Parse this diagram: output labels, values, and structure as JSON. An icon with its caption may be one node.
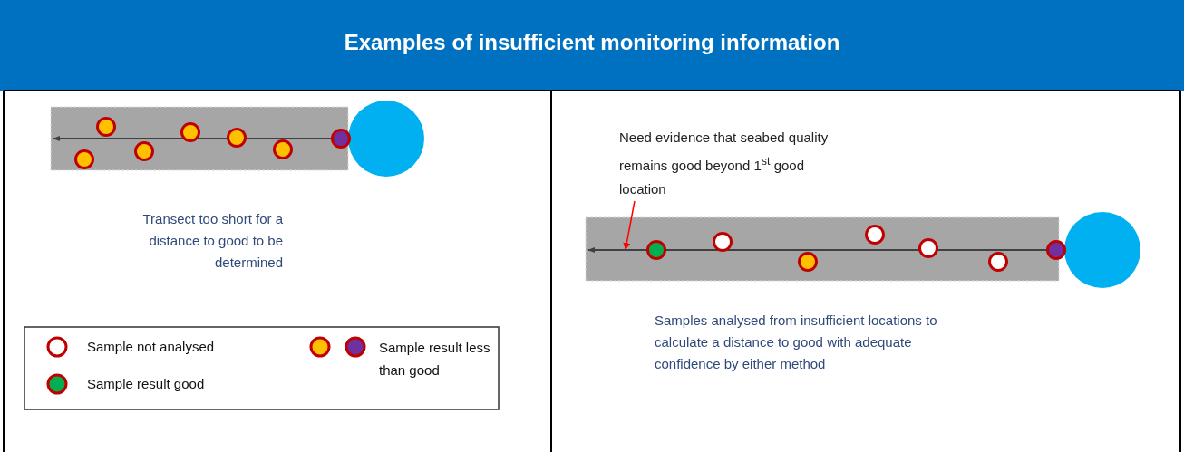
{
  "diagram": {
    "title": "Examples of insufficient monitoring information",
    "nodes": [
      {
        "text": [
          "Need evidence that seabed quality remains good beyond 1$^{st}$ good location"
        ]
      },
      {
        "text": [],
        "shape": "picture"
      }
    ],
    "edges": [
      {
        "from": 0,
        "to": 1,
        "arrow": "to"
      }
    ],
    "labels": [
      "Transect too short for a distance to good to be determined",
      "Samples analysed from insufficient locations to calculate a distance to good with adequate confidence by either method"
    ],
    "legend": [
      {
        "text": "Sample not analysed"
      },
      {
        "text": "Sample result good"
      },
      {
        "text": "Sample result less than good"
      }
    ]
  }
}
